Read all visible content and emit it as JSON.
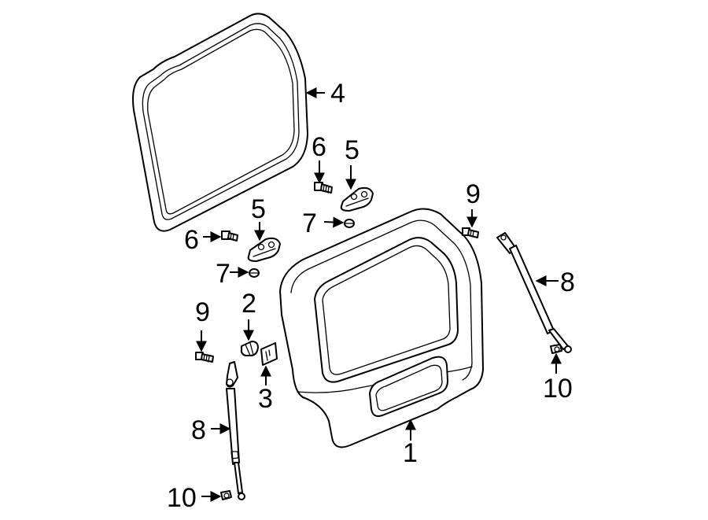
{
  "callouts": {
    "c1": "1",
    "c2": "2",
    "c3": "3",
    "c4": "4",
    "c5a": "5",
    "c5b": "5",
    "c6a": "6",
    "c6b": "6",
    "c7a": "7",
    "c7b": "7",
    "c8a": "8",
    "c8b": "8",
    "c9a": "9",
    "c9b": "9",
    "c10a": "10",
    "c10b": "10"
  }
}
